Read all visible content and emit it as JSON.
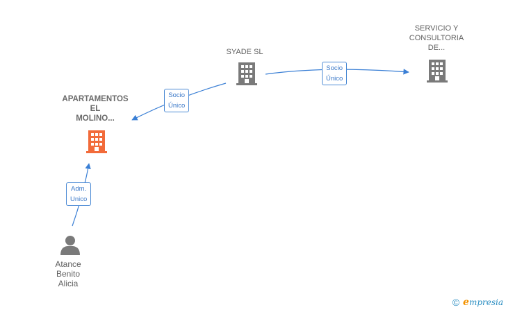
{
  "nodes": {
    "apartamentos": {
      "label": "APARTAMENTOS\nEL\nMOLINO...",
      "type": "company",
      "highlighted": true
    },
    "syade": {
      "label": "SYADE SL",
      "type": "company"
    },
    "servicio": {
      "label": "SERVICIO Y\nCONSULTORIA\nDE...",
      "type": "company"
    },
    "atance": {
      "label": "Atance\nBenito\nAlicia",
      "type": "person"
    }
  },
  "edges": {
    "syade_to_apartamentos": {
      "label": "Socio\nÚnico"
    },
    "syade_to_servicio": {
      "label": "Socio\nÚnico"
    },
    "atance_to_apartamentos": {
      "label": "Adm.\nUnico"
    }
  },
  "colors": {
    "highlight": "#f26b3a",
    "company": "#7a7a7a",
    "edge": "#3a7fd5"
  },
  "footer": {
    "copyright_symbol": "©",
    "brand_initial": "e",
    "brand_rest": "mpresia"
  }
}
